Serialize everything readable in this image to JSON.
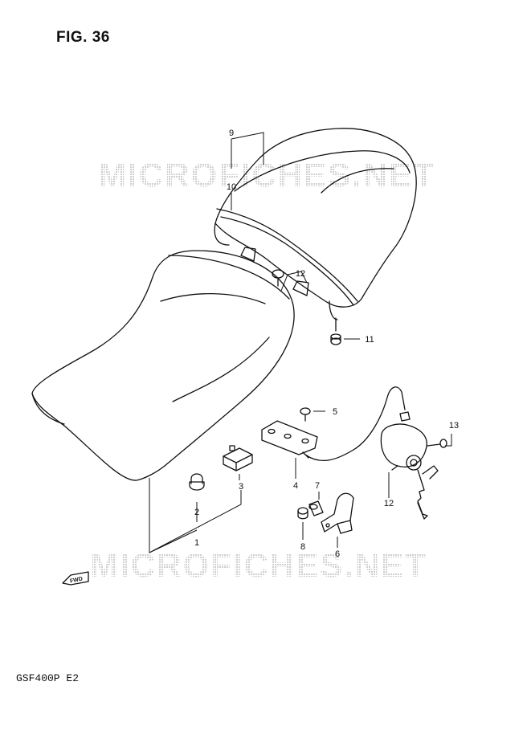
{
  "figure": {
    "title": "FIG. 36"
  },
  "model": {
    "label": "GSF400P  E2"
  },
  "watermark": {
    "text": "MICROFICHES.NET"
  },
  "fwd": {
    "label": "FWD"
  },
  "callouts": {
    "c1": "1",
    "c2": "2",
    "c3": "3",
    "c4": "4",
    "c5": "5",
    "c6": "6",
    "c7": "7",
    "c8": "8",
    "c9": "9",
    "c10": "10",
    "c11": "11",
    "c12a": "12",
    "c12b": "12",
    "c13": "13"
  },
  "colors": {
    "line": "#111111",
    "watermark": "#d6d6d6",
    "background": "#ffffff"
  }
}
